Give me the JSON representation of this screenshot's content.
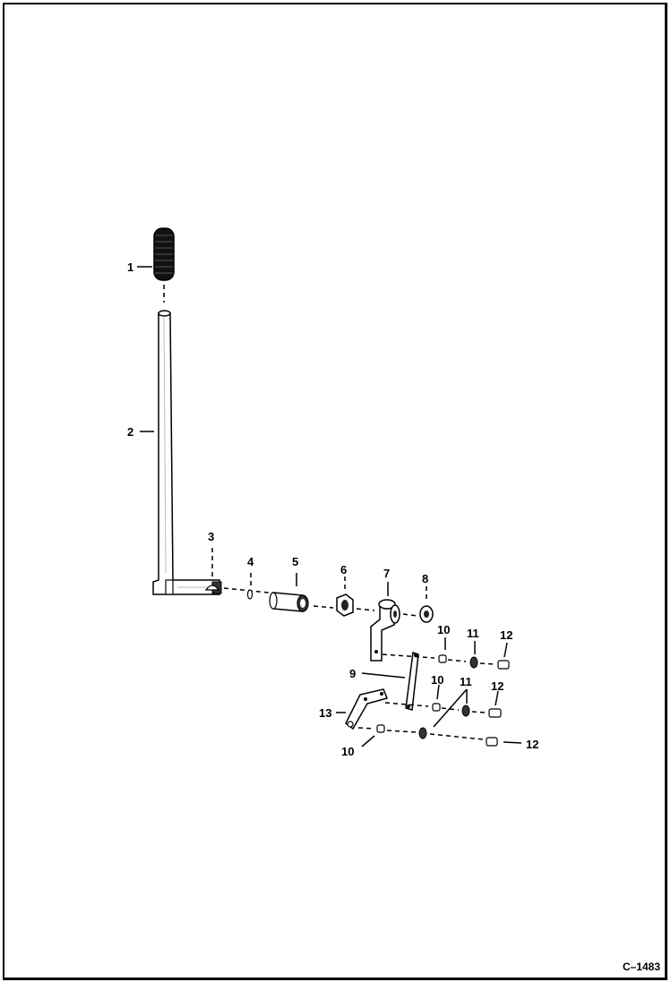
{
  "callouts": {
    "c1": "1",
    "c2": "2",
    "c3": "3",
    "c4": "4",
    "c5": "5",
    "c6": "6",
    "c7": "7",
    "c8": "8",
    "c9": "9",
    "c10a": "10",
    "c10b": "10",
    "c10c": "10",
    "c11a": "11",
    "c11b": "11",
    "c12a": "12",
    "c12b": "12",
    "c12c": "12",
    "c13": "13"
  },
  "figure_code": "C–1483"
}
